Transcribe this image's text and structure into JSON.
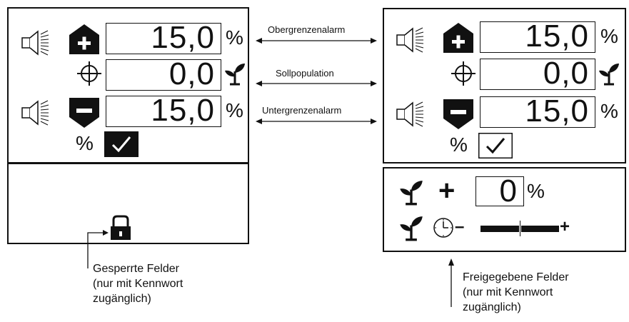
{
  "left_panel": {
    "upper_alarm_value": "15,0",
    "upper_alarm_unit": "%",
    "target_value": "0,0",
    "lower_alarm_value": "15,0",
    "lower_alarm_unit": "%",
    "percent_label": "%"
  },
  "right_panel": {
    "upper_alarm_value": "15,0",
    "upper_alarm_unit": "%",
    "target_value": "0,0",
    "lower_alarm_value": "15,0",
    "lower_alarm_unit": "%",
    "percent_label": "%",
    "plus_sign": "+",
    "offset_value": "0",
    "offset_unit": "%",
    "slider_minus": "–",
    "slider_plus": "+"
  },
  "connectors": {
    "upper": "Obergrenzenalarm",
    "target": "Sollpopulation",
    "lower": "Untergrenzenalarm"
  },
  "captions": {
    "locked": [
      "Gesperrte Felder",
      "(nur mit Kennwort",
      "zugänglich)"
    ],
    "unlocked": [
      "Freigegebene Felder",
      "(nur mit Kennwort",
      "zugänglich)"
    ]
  }
}
